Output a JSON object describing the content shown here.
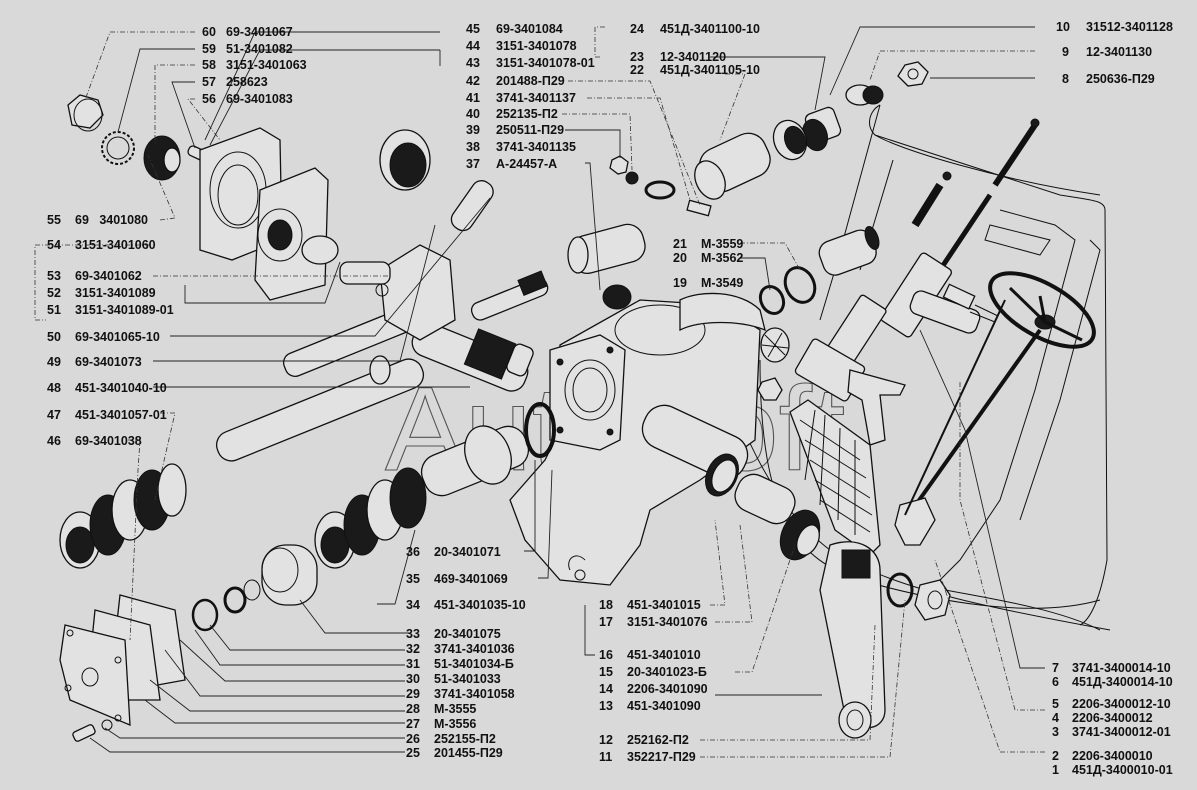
{
  "diagram": {
    "title": "Steering mechanism exploded view",
    "watermark": "AutoSoft",
    "background_color": "#d9d9d9",
    "line_color": "#111111"
  },
  "labels": {
    "l60": {
      "num": "60",
      "code": "69-3401067"
    },
    "l59": {
      "num": "59",
      "code": "51-3401082"
    },
    "l58": {
      "num": "58",
      "code": "3151-3401063"
    },
    "l57": {
      "num": "57",
      "code": "258623"
    },
    "l56": {
      "num": "56",
      "code": "69-3401083"
    },
    "l55": {
      "num": "55",
      "code": "69   3401080"
    },
    "l54": {
      "num": "54",
      "code": "3151-3401060"
    },
    "l53": {
      "num": "53",
      "code": "69-3401062"
    },
    "l52": {
      "num": "52",
      "code": "3151-3401089"
    },
    "l51": {
      "num": "51",
      "code": "3151-3401089-01"
    },
    "l50": {
      "num": "50",
      "code": "69-3401065-10"
    },
    "l49": {
      "num": "49",
      "code": "69-3401073"
    },
    "l48": {
      "num": "48",
      "code": "451-3401040-10"
    },
    "l47": {
      "num": "47",
      "code": "451-3401057-01"
    },
    "l46": {
      "num": "46",
      "code": "69-3401038"
    },
    "l45": {
      "num": "45",
      "code": "69-3401084"
    },
    "l44": {
      "num": "44",
      "code": "3151-3401078"
    },
    "l43": {
      "num": "43",
      "code": "3151-3401078-01"
    },
    "l42": {
      "num": "42",
      "code": "201488-П29"
    },
    "l41": {
      "num": "41",
      "code": "3741-3401137"
    },
    "l40": {
      "num": "40",
      "code": "252135-П2"
    },
    "l39": {
      "num": "39",
      "code": "250511-П29"
    },
    "l38": {
      "num": "38",
      "code": "3741-3401135"
    },
    "l37": {
      "num": "37",
      "code": "А-24457-А"
    },
    "l36": {
      "num": "36",
      "code": "20-3401071"
    },
    "l35": {
      "num": "35",
      "code": "469-3401069"
    },
    "l34": {
      "num": "34",
      "code": "451-3401035-10"
    },
    "l33": {
      "num": "33",
      "code": "20-3401075"
    },
    "l32": {
      "num": "32",
      "code": "3741-3401036"
    },
    "l31": {
      "num": "31",
      "code": "51-3401034-Б"
    },
    "l30": {
      "num": "30",
      "code": "51-3401033"
    },
    "l29": {
      "num": "29",
      "code": "3741-3401058"
    },
    "l28": {
      "num": "28",
      "code": "М-3555"
    },
    "l27": {
      "num": "27",
      "code": "М-3556"
    },
    "l26": {
      "num": "26",
      "code": "252155-П2"
    },
    "l25": {
      "num": "25",
      "code": "201455-П29"
    },
    "l24": {
      "num": "24",
      "code": "451Д-3401100-10"
    },
    "l23": {
      "num": "23",
      "code": "12-3401120"
    },
    "l22": {
      "num": "22",
      "code": "451Д-3401105-10"
    },
    "l21": {
      "num": "21",
      "code": "М-3559"
    },
    "l20": {
      "num": "20",
      "code": "М-3562"
    },
    "l19": {
      "num": "19",
      "code": "М-3549"
    },
    "l18": {
      "num": "18",
      "code": "451-3401015"
    },
    "l17": {
      "num": "17",
      "code": "3151-3401076"
    },
    "l16": {
      "num": "16",
      "code": "451-3401010"
    },
    "l15": {
      "num": "15",
      "code": "20-3401023-Б"
    },
    "l14": {
      "num": "14",
      "code": "2206-3401090"
    },
    "l13": {
      "num": "13",
      "code": "451-3401090"
    },
    "l12": {
      "num": "12",
      "code": "252162-П2"
    },
    "l11": {
      "num": "11",
      "code": "352217-П29"
    },
    "l10": {
      "num": "10",
      "code": "31512-3401128"
    },
    "l9": {
      "num": "9",
      "code": "12-3401130"
    },
    "l8": {
      "num": "8",
      "code": "250636-П29"
    },
    "l7": {
      "num": "7",
      "code": "3741-3400014-10"
    },
    "l6": {
      "num": "6",
      "code": "451Д-3400014-10"
    },
    "l5": {
      "num": "5",
      "code": "2206-3400012-10"
    },
    "l4": {
      "num": "4",
      "code": "2206-3400012"
    },
    "l3": {
      "num": "3",
      "code": "3741-3400012-01"
    },
    "l2": {
      "num": "2",
      "code": "2206-3400010"
    },
    "l1": {
      "num": "1",
      "code": "451Д-3400010-01"
    }
  }
}
